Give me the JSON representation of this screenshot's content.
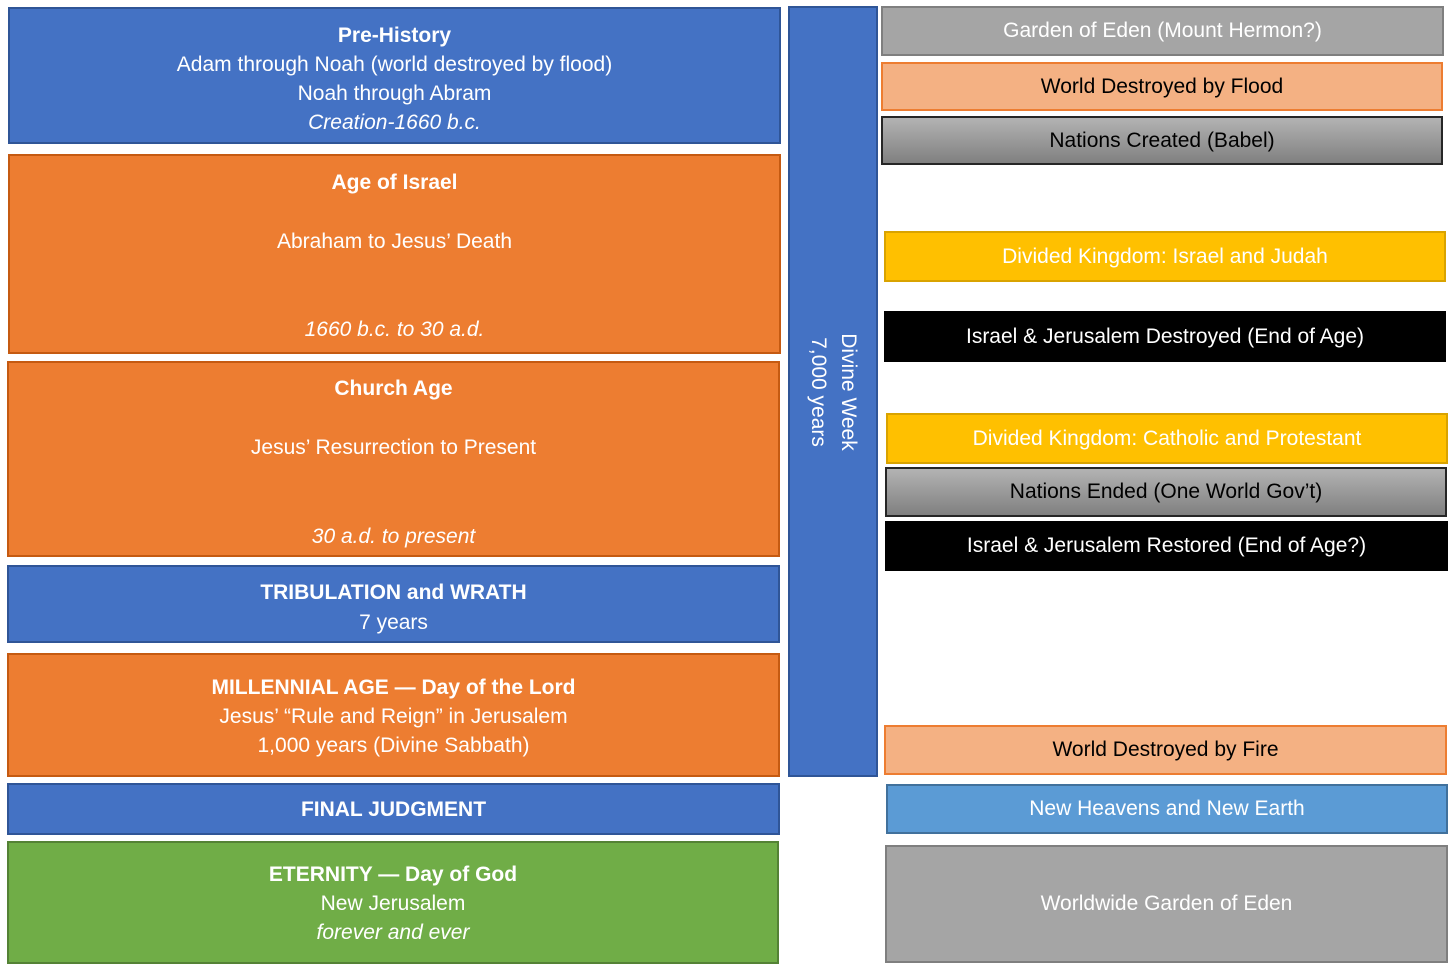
{
  "ages": [
    {
      "title": "Pre-History",
      "lines": [
        "Adam through Noah (world destroyed by flood)",
        "Noah through Abram"
      ],
      "dates": "Creation-1660 b.c."
    },
    {
      "title": "Age of Israel",
      "lines": [
        "Abraham to Jesus’ Death"
      ],
      "dates": "1660 b.c. to 30 a.d."
    },
    {
      "title": "Church Age",
      "lines": [
        "Jesus’ Resurrection to Present"
      ],
      "dates": "30 a.d. to present"
    },
    {
      "title": "TRIBULATION and WRATH",
      "lines": [
        "7 years"
      ]
    },
    {
      "title": "MILLENNIAL AGE — Day of the Lord",
      "lines": [
        "Jesus’ “Rule and Reign” in Jerusalem",
        "1,000 years (Divine Sabbath)"
      ]
    },
    {
      "title": "FINAL JUDGMENT"
    },
    {
      "title": "ETERNITY — Day of God",
      "lines": [
        "New Jerusalem"
      ],
      "dates": "forever and ever"
    }
  ],
  "divine_week": {
    "line1": "Divine Week",
    "line2": "7,000 years"
  },
  "events": [
    "Garden of Eden (Mount Hermon?)",
    "World Destroyed by Flood",
    "Nations Created (Babel)",
    "Divided Kingdom: Israel and Judah",
    "Israel & Jerusalem Destroyed (End of Age)",
    "Divided Kingdom: Catholic and Protestant",
    "Nations Ended (One World Gov’t)",
    "Israel & Jerusalem Restored (End of Age?)",
    "World Destroyed by Fire",
    "New Heavens and New Earth",
    "Worldwide Garden of Eden"
  ],
  "colors": {
    "blue": "#4472C4",
    "orange": "#ED7D31",
    "green": "#70AD47",
    "gray": "#A5A5A5",
    "salmon": "#F4B183",
    "gold": "#FFC000",
    "black": "#000000",
    "light_blue": "#5B9BD5"
  }
}
